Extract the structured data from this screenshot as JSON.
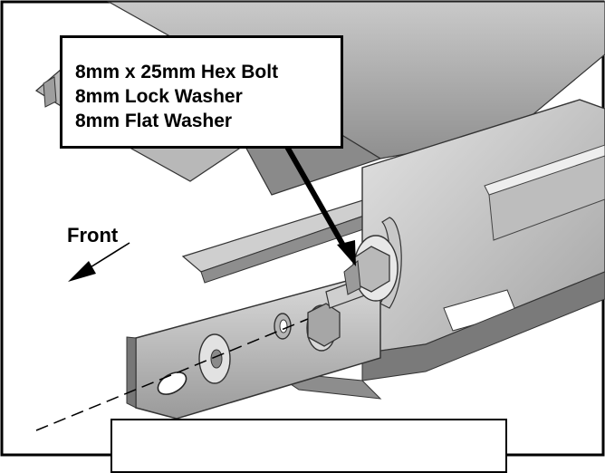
{
  "callout": {
    "lines": [
      "8mm x 25mm Hex Bolt",
      "8mm Lock Washer",
      "8mm Flat Washer"
    ]
  },
  "direction_label": "Front",
  "bottom_box_text": "",
  "colors": {
    "frame": "#000000",
    "metal_light": "#d6d6d6",
    "metal_mid": "#a9a9a9",
    "metal_dark": "#6e6e6e"
  }
}
